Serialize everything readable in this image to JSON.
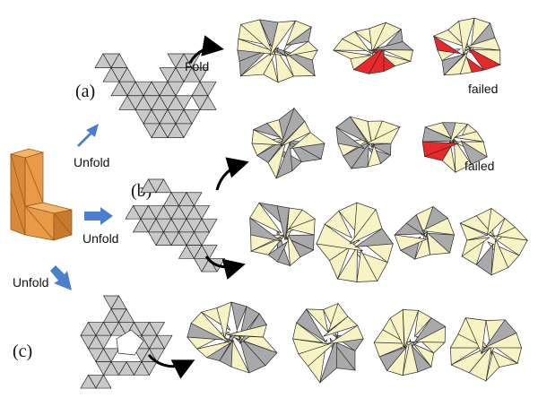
{
  "labels": {
    "row_a": "(a)",
    "row_b": "(b)",
    "row_c": "(c)",
    "fold": "Fold",
    "unfold_a": "Unfold",
    "unfold_b": "Unfold",
    "unfold_c": "Unfold",
    "failed_a": "failed",
    "failed_b": "failed"
  },
  "colors": {
    "net": "#c9c9cb",
    "folded_face": "#f8f3c5",
    "folded_side": "#a9a9ac",
    "error": "#e8282b",
    "arrow_blue": "#4a7fd0",
    "solid_top": "#f0a552",
    "solid_front": "#e2923e",
    "solid_side": "#c87a2c",
    "stroke": "#2b2b2b"
  }
}
